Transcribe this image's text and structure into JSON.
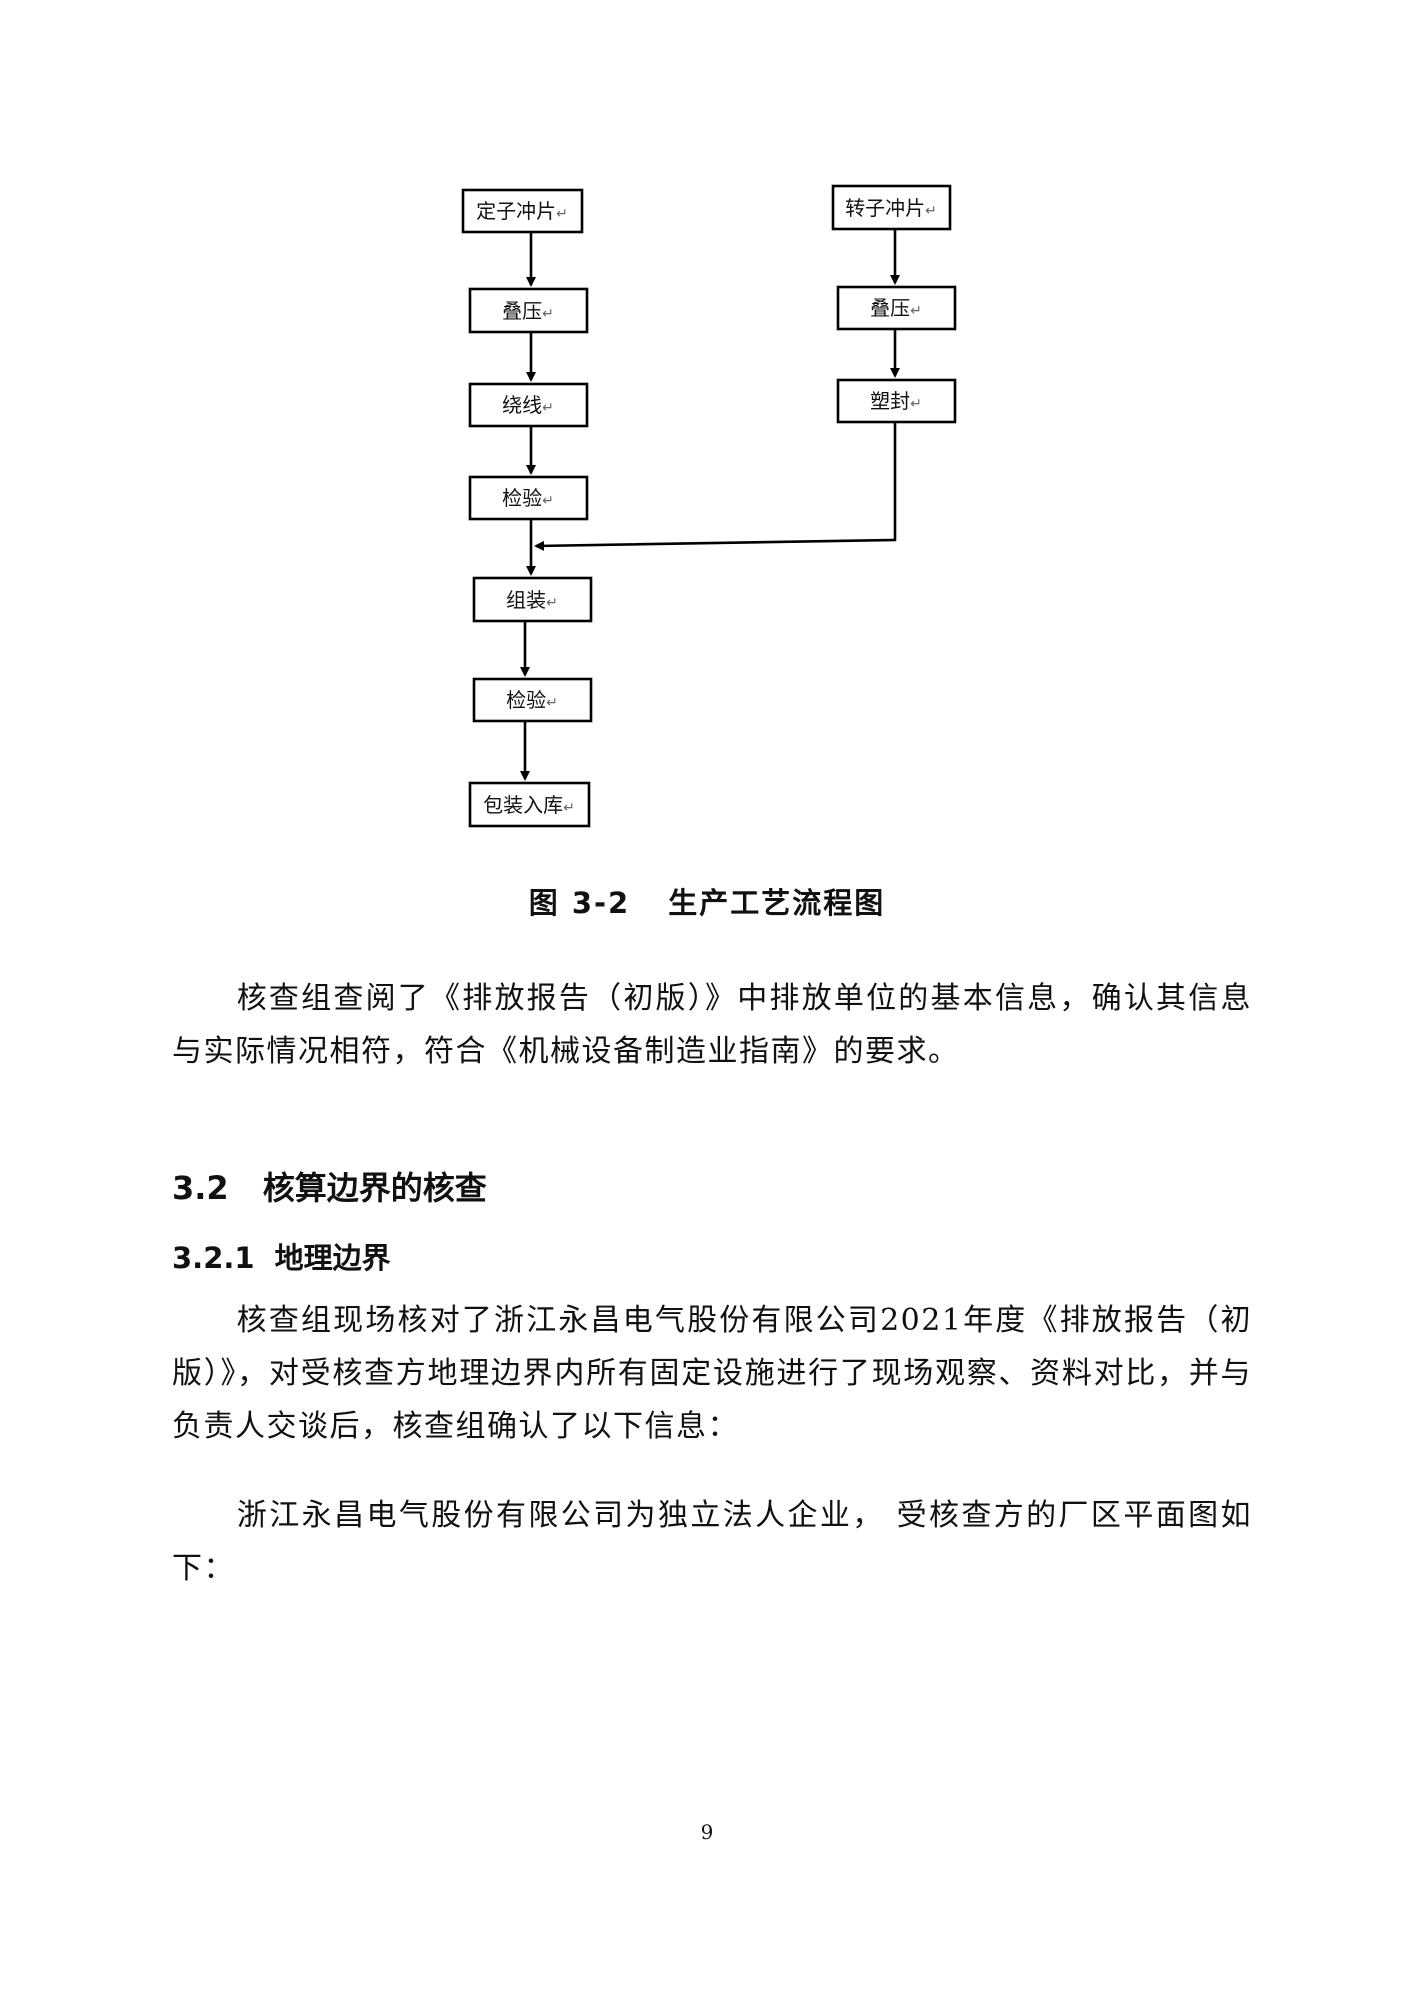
{
  "flowchart": {
    "return_mark": "↵",
    "left_steps": [
      "定子冲片",
      "叠压",
      "绕线",
      "检验",
      "组装",
      "检验",
      "包装入库"
    ],
    "right_steps": [
      "转子冲片",
      "叠压",
      "塑封"
    ]
  },
  "figure_caption": {
    "number": "图 3-2",
    "title": "生产工艺流程图"
  },
  "paragraph1": "核查组查阅了《排放报告（初版）》中排放单位的基本信息，确认其信息与实际情况相符，符合《机械设备制造业指南》的要求。",
  "section": {
    "number": "3.2",
    "title": "核算边界的核查"
  },
  "subsection": {
    "number": "3.2.1",
    "title": "地理边界"
  },
  "paragraph2": "核查组现场核对了浙江永昌电气股份有限公司2021年度《排放报告（初版）》，对受核查方地理边界内所有固定设施进行了现场观察、资料对比，并与负责人交谈后，核查组确认了以下信息：",
  "paragraph3": "浙江永昌电气股份有限公司为独立法人企业， 受核查方的厂区平面图如下：",
  "page_number": "9"
}
